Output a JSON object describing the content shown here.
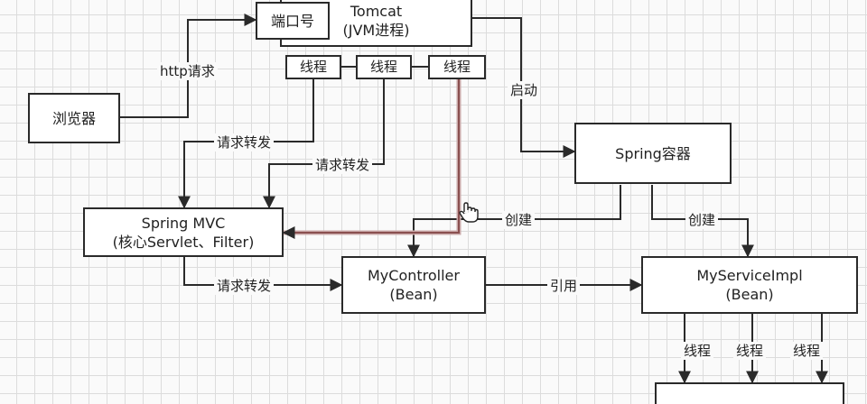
{
  "nodes": {
    "browser": "浏览器",
    "port": "端口号",
    "tomcat_title": "Tomcat",
    "tomcat_subtitle": "(JVM进程)",
    "tomcat_thread_1": "线程",
    "tomcat_thread_2": "线程",
    "tomcat_thread_3": "线程",
    "spring_container": "Spring容器",
    "spring_mvc_title": "Spring MVC",
    "spring_mvc_subtitle": "(核心Servlet、Filter)",
    "controller_title": "MyController",
    "controller_subtitle": "(Bean)",
    "service_title": "MyServiceImpl",
    "service_subtitle": "(Bean)"
  },
  "edge_labels": {
    "http_request": "http请求",
    "start": "启动",
    "forward_1": "请求转发",
    "forward_2": "请求转发",
    "forward_3": "请求转发",
    "create_1": "创建",
    "create_2": "创建",
    "reference": "引用",
    "service_thread_1": "线程",
    "service_thread_2": "线程",
    "service_thread_3": "线程"
  },
  "colors": {
    "line": "#2a2a2a",
    "highlight": "#8a5050",
    "grid": "#dcdcdc",
    "background": "#fafafa"
  },
  "icons": {
    "cursor": "hand-pointer-icon"
  }
}
